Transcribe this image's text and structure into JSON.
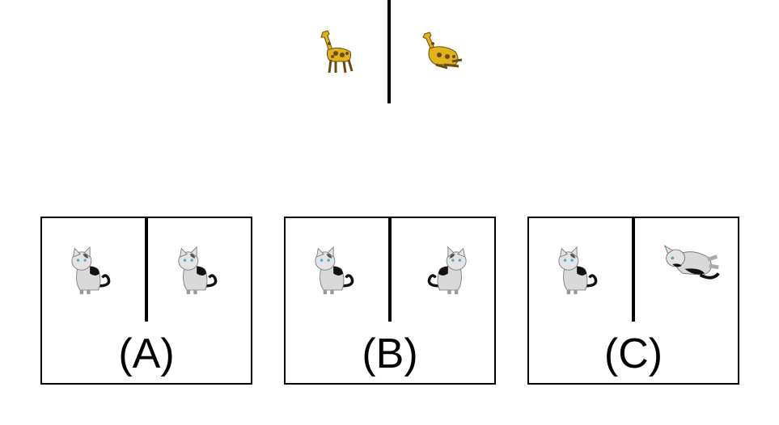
{
  "example": {
    "left_image": "giraffe-standing",
    "right_image": "giraffe-lying-rotated"
  },
  "options": [
    {
      "label": "(A)",
      "left_image": "cat-sitting",
      "right_image": "cat-sitting"
    },
    {
      "label": "(B)",
      "left_image": "cat-sitting",
      "right_image": "cat-sitting-mirrored"
    },
    {
      "label": "(C)",
      "left_image": "cat-sitting",
      "right_image": "cat-lying-rotated"
    }
  ],
  "colors": {
    "giraffe": "#e0b21c",
    "giraffe_spots": "#6b4a10",
    "cat_body": "#d9d9d9",
    "cat_spots": "#111111",
    "divider": "#000000"
  }
}
